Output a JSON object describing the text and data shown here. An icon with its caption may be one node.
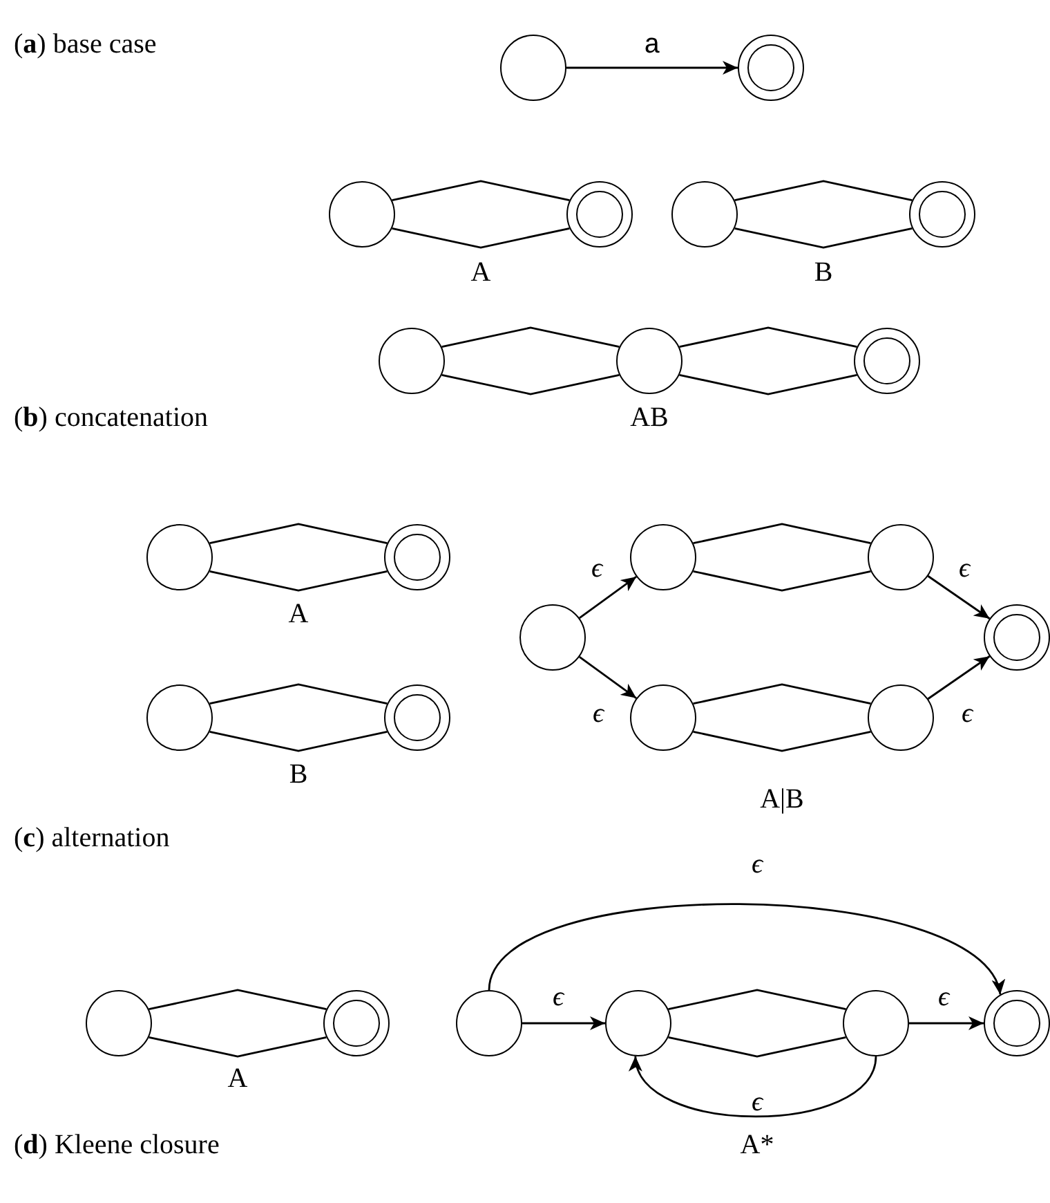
{
  "diagram": {
    "nodes": [
      {
        "text": [],
        "shape": "circle"
      },
      {
        "text": [],
        "shape": "double-circle"
      },
      {
        "text": [],
        "shape": "circle"
      },
      {
        "text": [],
        "shape": "double-circle"
      },
      {
        "text": [],
        "shape": "circle"
      },
      {
        "text": [],
        "shape": "double-circle"
      },
      {
        "text": [],
        "shape": "circle"
      },
      {
        "text": [],
        "shape": "circle"
      },
      {
        "text": [],
        "shape": "double-circle"
      },
      {
        "text": [],
        "shape": "circle"
      },
      {
        "text": [],
        "shape": "double-circle"
      },
      {
        "text": [],
        "shape": "circle"
      },
      {
        "text": [],
        "shape": "double-circle"
      },
      {
        "text": [],
        "shape": "circle"
      },
      {
        "text": [],
        "shape": "circle"
      },
      {
        "text": [],
        "shape": "circle"
      },
      {
        "text": [],
        "shape": "circle"
      },
      {
        "text": [],
        "shape": "circle"
      },
      {
        "text": [],
        "shape": "double-circle"
      },
      {
        "text": [],
        "shape": "circle"
      },
      {
        "text": [],
        "shape": "double-circle"
      },
      {
        "text": [],
        "shape": "circle"
      },
      {
        "text": [],
        "shape": "circle"
      },
      {
        "text": [],
        "shape": "circle"
      },
      {
        "text": [],
        "shape": "double-circle"
      }
    ],
    "edges": [
      {
        "from": 0,
        "to": 1,
        "arrow": "to",
        "label": "a"
      },
      {
        "from": 2,
        "to": 3,
        "arrow": "none"
      },
      {
        "from": 2,
        "to": 3,
        "arrow": "none"
      },
      {
        "from": 4,
        "to": 5,
        "arrow": "none"
      },
      {
        "from": 4,
        "to": 5,
        "arrow": "none"
      },
      {
        "from": 6,
        "to": 7,
        "arrow": "none"
      },
      {
        "from": 6,
        "to": 7,
        "arrow": "none"
      },
      {
        "from": 7,
        "to": 8,
        "arrow": "none"
      },
      {
        "from": 7,
        "to": 8,
        "arrow": "none"
      },
      {
        "from": 9,
        "to": 10,
        "arrow": "none"
      },
      {
        "from": 9,
        "to": 10,
        "arrow": "none"
      },
      {
        "from": 11,
        "to": 12,
        "arrow": "none"
      },
      {
        "from": 11,
        "to": 12,
        "arrow": "none"
      },
      {
        "from": 13,
        "to": 14,
        "arrow": "to",
        "label": "ϵ"
      },
      {
        "from": 13,
        "to": 16,
        "arrow": "to",
        "label": "ϵ"
      },
      {
        "from": 14,
        "to": 15,
        "arrow": "none"
      },
      {
        "from": 14,
        "to": 15,
        "arrow": "none"
      },
      {
        "from": 16,
        "to": 17,
        "arrow": "none"
      },
      {
        "from": 16,
        "to": 17,
        "arrow": "none"
      },
      {
        "from": 15,
        "to": 18,
        "arrow": "to",
        "label": "ϵ"
      },
      {
        "from": 17,
        "to": 18,
        "arrow": "to",
        "label": "ϵ"
      },
      {
        "from": 19,
        "to": 20,
        "arrow": "none"
      },
      {
        "from": 19,
        "to": 20,
        "arrow": "none"
      },
      {
        "from": 21,
        "to": 22,
        "arrow": "to",
        "label": "ϵ"
      },
      {
        "from": 22,
        "to": 23,
        "arrow": "none"
      },
      {
        "from": 22,
        "to": 23,
        "arrow": "none"
      },
      {
        "from": 23,
        "to": 24,
        "arrow": "to",
        "label": "ϵ"
      },
      {
        "from": 23,
        "to": 22,
        "arrow": "to",
        "label": "ϵ"
      },
      {
        "from": 21,
        "to": 24,
        "arrow": "to",
        "label": "ϵ"
      }
    ],
    "labels": [
      "(**a**) base case",
      "A",
      "B",
      "AB",
      "(**b**) concatenation",
      "A",
      "B",
      "A|B",
      "(**c**) alternation",
      "A",
      "A*",
      "(**d**) Kleene closure"
    ]
  }
}
